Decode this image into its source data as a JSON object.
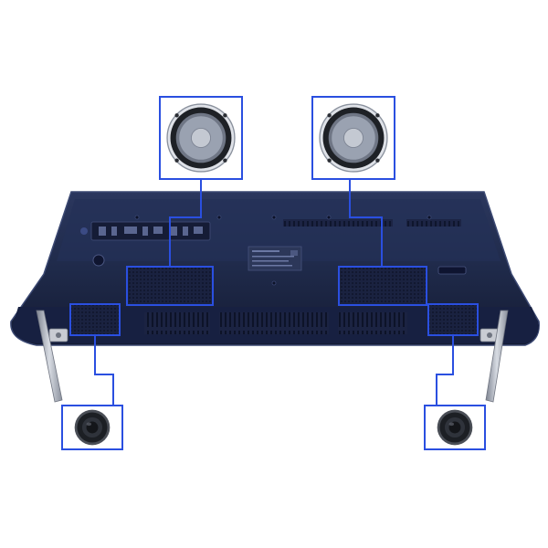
{
  "scene": {
    "subject": "tv-rear-speaker-diagram",
    "highlight_color": "#2a4fe0",
    "tv_body_color": "#1f2a4a",
    "tv_edge_color": "#34416a",
    "stand_color": "#a7adb8",
    "speaker_cone_color": "#8e96a6",
    "woofer_color": "#2a2d33",
    "label_sticker_color": "#2c3759"
  },
  "speakers": {
    "upper_left": "full-range-driver",
    "upper_right": "full-range-driver",
    "lower_left": "bass-woofer",
    "lower_right": "bass-woofer"
  }
}
